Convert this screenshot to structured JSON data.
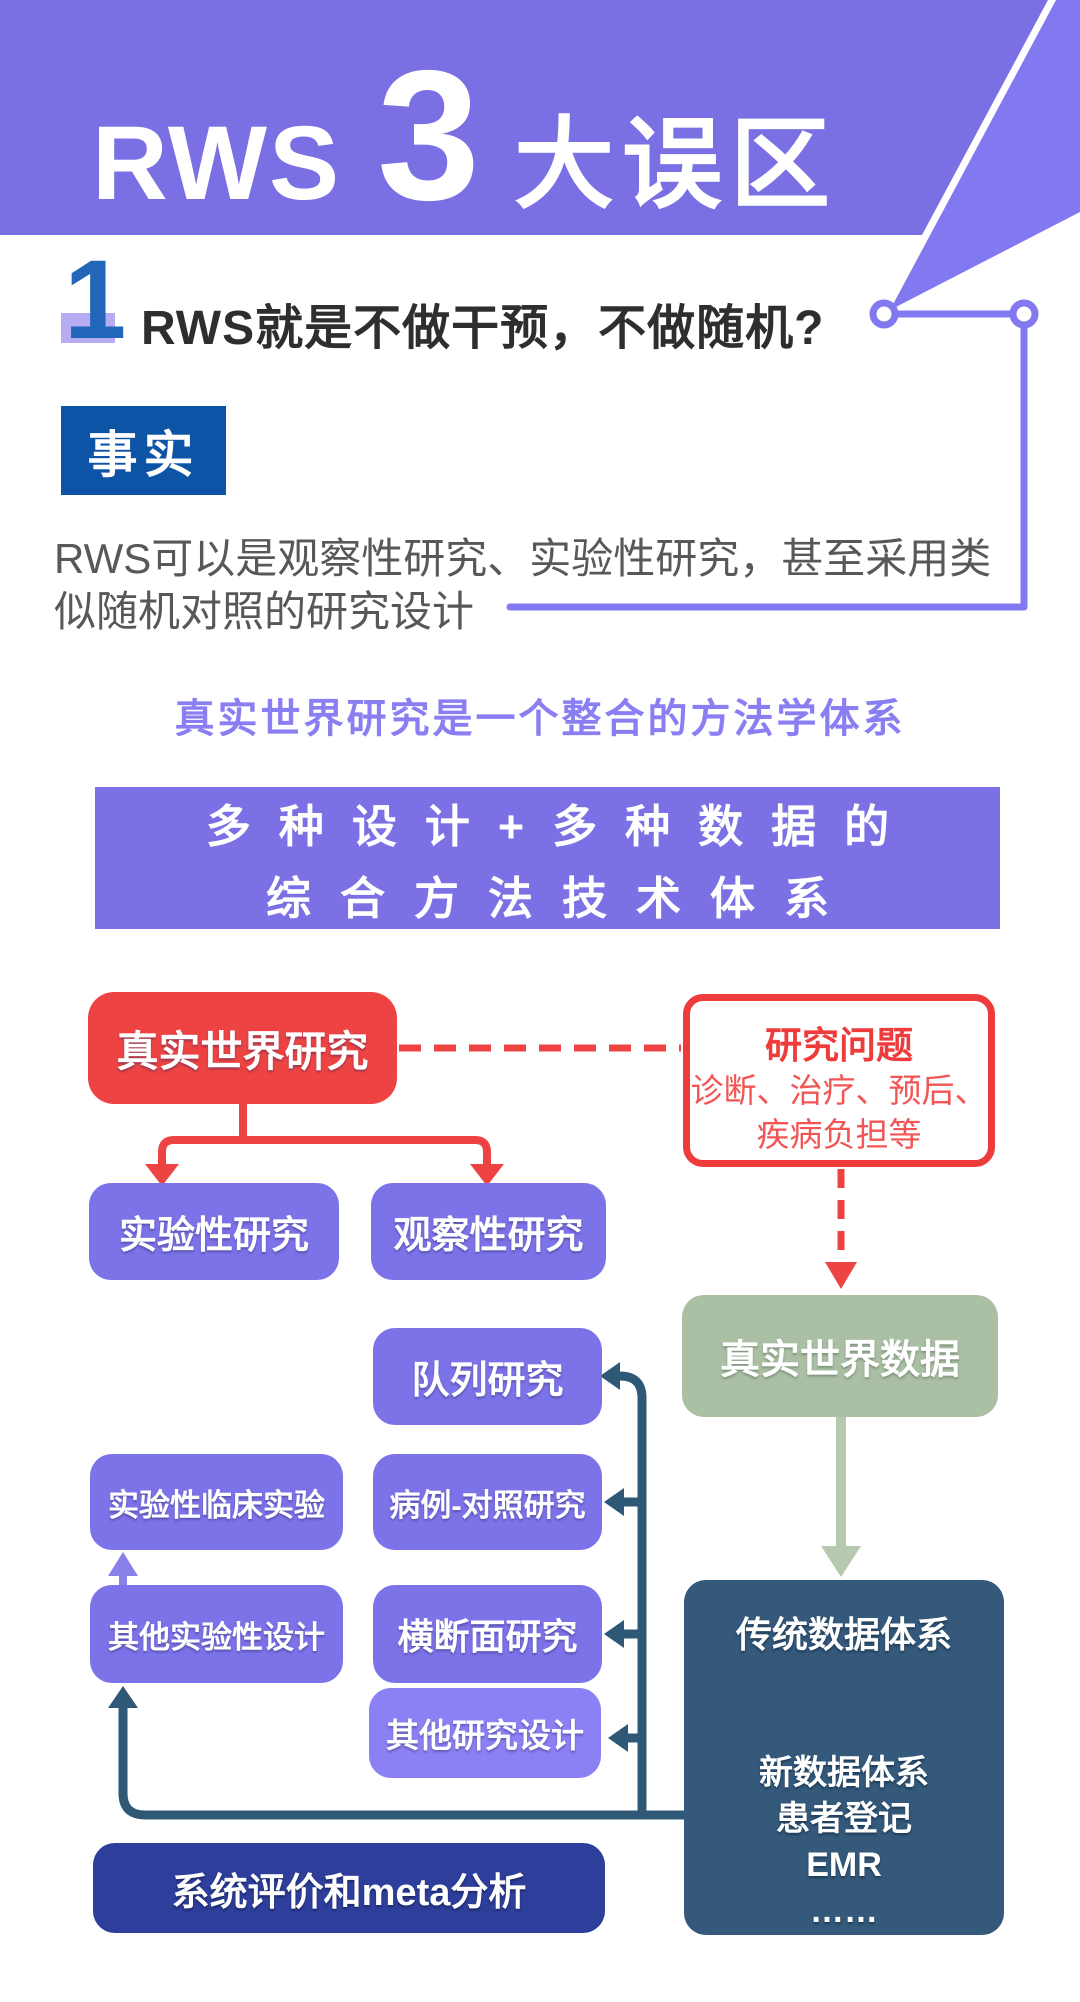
{
  "header": {
    "brand": "RWS",
    "number": "3",
    "suffix": "大误区"
  },
  "section1": {
    "index": "1",
    "title": "RWS就是不做干预，不做随机?",
    "fact_label": "事实",
    "body_line1": "RWS可以是观察性研究、实验性研究，甚至采用类",
    "body_line2": "似随机对照的研究设计"
  },
  "integration": {
    "heading": "真实世界研究是一个整合的方法学体系",
    "banner_line1": "多种设计+多种数据的",
    "banner_line2": "综合方法技术体系"
  },
  "flowchart": {
    "rws_root": "真实世界研究",
    "question": {
      "title": "研究问题",
      "line1": "诊断、治疗、预后、",
      "line2": "疾病负担等"
    },
    "experimental": "实验性研究",
    "observational": "观察性研究",
    "cohort": "队列研究",
    "experimental_clinical": "实验性临床实验",
    "case_control": "病例-对照研究",
    "other_experimental": "其他实验性设计",
    "cross_sectional": "横断面研究",
    "other_design": "其他研究设计",
    "rwd": "真实世界数据",
    "data_box": {
      "title": "传统数据体系",
      "items": [
        "新数据体系",
        "患者登记",
        "EMR",
        "……"
      ]
    },
    "meta": "系统评价和meta分析"
  },
  "colors": {
    "banner_purple": "#7a70e4",
    "accent_purple": "#8278f0",
    "node_purple": "#7d73e9",
    "node_purple_light": "#8b81f4",
    "lavender": "#b7abf2",
    "red": "#ee4343",
    "sage_green": "#abbfa5",
    "green_arrow": "#b6c8b0",
    "teal": "#2e5876",
    "slate_box": "#34597b",
    "indigo_box": "#2e3f9b",
    "fact_blue": "#0d53a6",
    "numeral_blue": "#2166b8",
    "text_dark": "#2e2e30",
    "text_gray": "#57585a"
  }
}
